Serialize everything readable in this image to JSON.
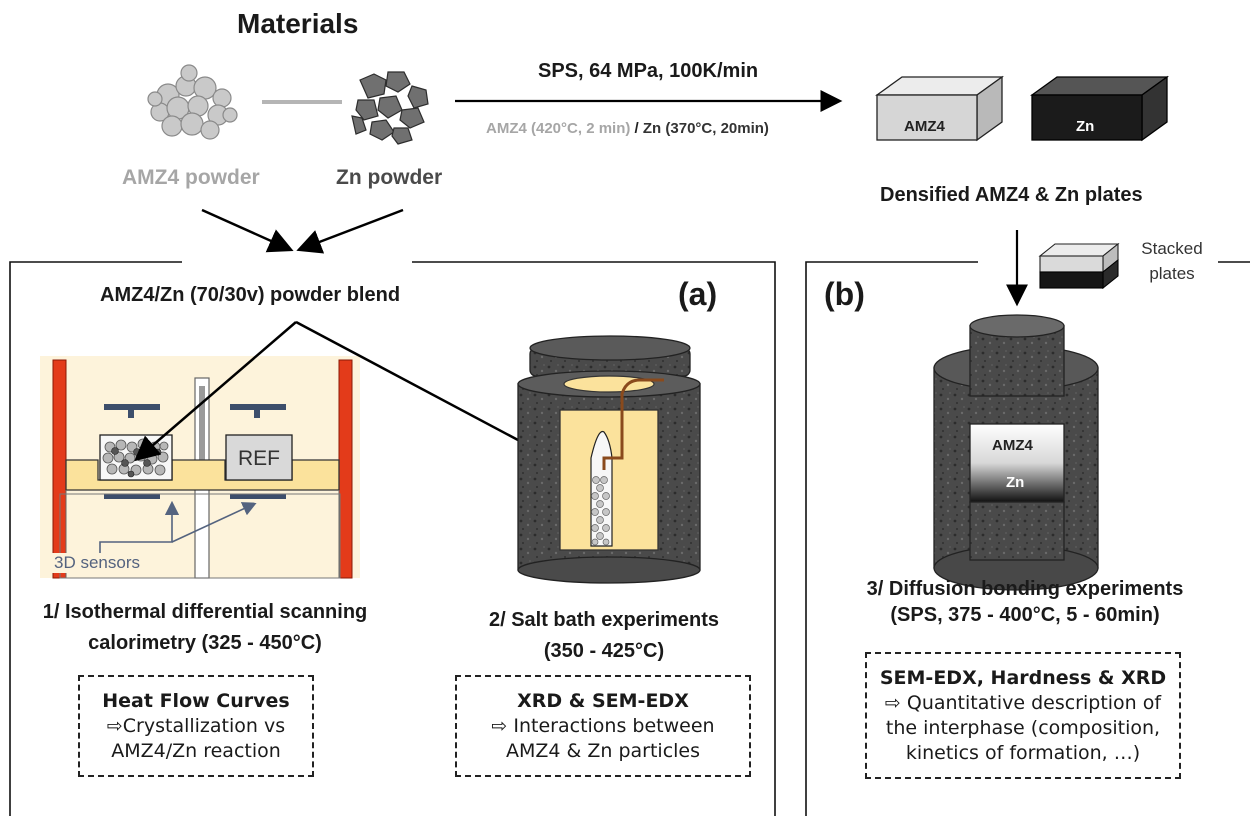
{
  "header": {
    "title": "Materials"
  },
  "powders": {
    "amz4": "AMZ4 powder",
    "zn": "Zn powder"
  },
  "sps": {
    "label": "SPS, 64 MPa, 100K/min",
    "amz4_cond": "AMZ4 (420°C, 2 min)",
    "separator": " / ",
    "zn_cond": "Zn (370°C, 20min)"
  },
  "plates": {
    "amz4": "AMZ4",
    "zn": "Zn",
    "caption": "Densified AMZ4 & Zn plates",
    "stacked": "Stacked plates"
  },
  "blend": {
    "label": "AMZ4/Zn (70/30v) powder blend"
  },
  "panels": {
    "a": "(a)",
    "b": "(b)"
  },
  "dsc": {
    "ref": "REF",
    "sensors": "3D sensors",
    "title_line1": "1/ Isothermal differential scanning",
    "title_line2": "calorimetry (325 - 450°C)",
    "box_title": "Heat Flow Curves",
    "box_line1": "⇨Crystallization vs",
    "box_line2": "AMZ4/Zn reaction"
  },
  "salt": {
    "title_line1": "2/ Salt bath experiments",
    "title_line2": "(350 - 425°C)",
    "box_title": "XRD & SEM-EDX",
    "box_line1": "⇨ Interactions between",
    "box_line2": "AMZ4 & Zn particles"
  },
  "diffusion": {
    "amz4": "AMZ4",
    "zn": "Zn",
    "title_line1": "3/ Diffusion bonding experiments",
    "title_line2": "(SPS, 375 - 400°C, 5 - 60min)",
    "box_title": "SEM-EDX, Hardness & XRD",
    "box_line1": "⇨ Quantitative description of",
    "box_line2": "the interphase (composition,",
    "box_line3": "kinetics of formation, …)"
  },
  "colors": {
    "amz4_gray": "#a6a6a6",
    "zn_dark": "#1c1c1c",
    "furnace_bg": "#fdf3db",
    "heater_red": "#e33b1a",
    "sample_holder": "#fbe29c",
    "sensor_blue": "#3d4e6b",
    "thermocouple": "#8a4a1c"
  }
}
